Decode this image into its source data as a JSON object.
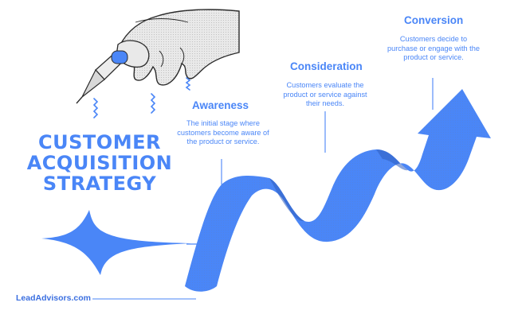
{
  "title_lines": [
    "CUSTOMER",
    "ACQUISITION",
    "STRATEGY"
  ],
  "stages": [
    {
      "title": "Awareness",
      "description": "The initial stage where customers become aware of the product or service."
    },
    {
      "title": "Consideration",
      "description": "Customers evaluate the product or service against their needs."
    },
    {
      "title": "Conversion",
      "description": "Customers decide to purchase or engage with the product or service."
    }
  ],
  "brand": "LeadAdvisors.com",
  "colors": {
    "accent": "#4a86f7",
    "skin": "#e9e9e9",
    "ink": "#2b2b2b"
  },
  "icons": [
    "hand-with-pen-icon",
    "sparkle-star-icon",
    "growth-arrow-icon"
  ]
}
